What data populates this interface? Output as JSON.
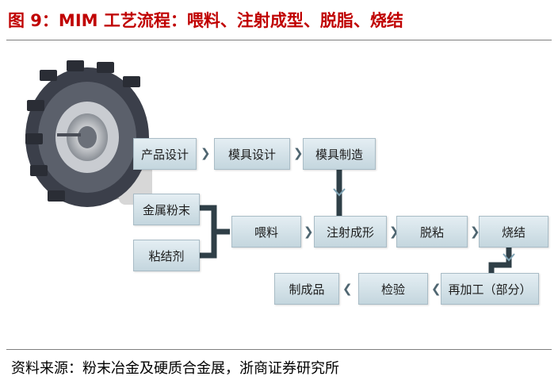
{
  "title": "图 9：MIM 工艺流程：喂料、注射成型、脱脂、烧结",
  "source": "资料来源：粉末冶金及硬质合金展，浙商证券研究所",
  "steps": {
    "product_design": "产品设计",
    "mold_design": "模具设计",
    "mold_making": "模具制造",
    "metal_powder": "金属粉末",
    "binder": "粘结剂",
    "feedstock": "喂料",
    "injection_molding": "注射成形",
    "debinding": "脱粘",
    "sintering": "烧结",
    "reprocessing": "再加工（部分）",
    "inspection": "检验",
    "finished_product": "制成品"
  },
  "colors": {
    "title": "#c00000",
    "box_fill": "#d5e3ea",
    "connector": "#2f3f47"
  },
  "icons": {
    "arrow": "chevron-right-icon"
  }
}
